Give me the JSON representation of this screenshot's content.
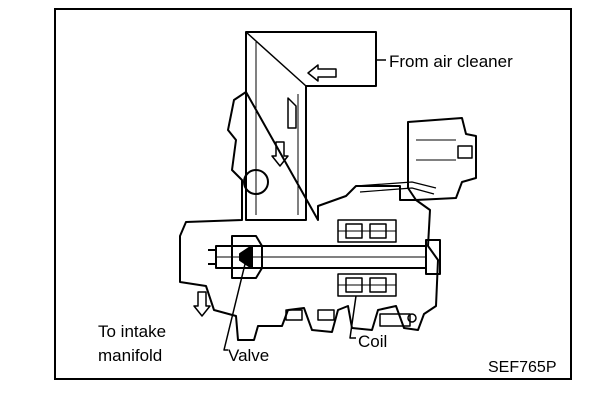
{
  "labels": {
    "air_inlet": "From air cleaner",
    "intake": "To intake manifold",
    "valve": "Valve",
    "coil": "Coil",
    "figure_code": "SEF765P"
  }
}
